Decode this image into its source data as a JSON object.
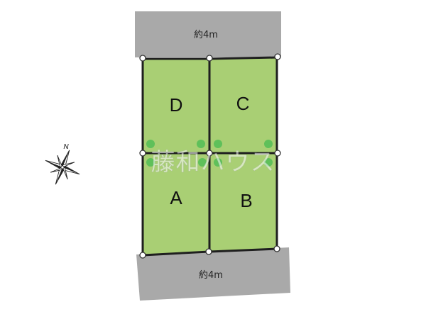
{
  "roads": {
    "north": {
      "label": "約4m",
      "color": "#a9a9a9"
    },
    "south": {
      "label": "約4m",
      "color": "#a9a9a9"
    }
  },
  "lots": [
    {
      "id": "lot-d",
      "label": "D"
    },
    {
      "id": "lot-c",
      "label": "C"
    },
    {
      "id": "lot-a",
      "label": "A"
    },
    {
      "id": "lot-b",
      "label": "B"
    }
  ],
  "compass": {
    "north_label": "N",
    "icon": "compass-rose-icon"
  },
  "watermark": {
    "text": "藤和ハウス"
  },
  "colors": {
    "lot_fill": "#a9cf74",
    "lot_border": "#1f1f1f",
    "road": "#a9a9a9",
    "tree": "#5fc05a",
    "marker": "#ffffff"
  }
}
